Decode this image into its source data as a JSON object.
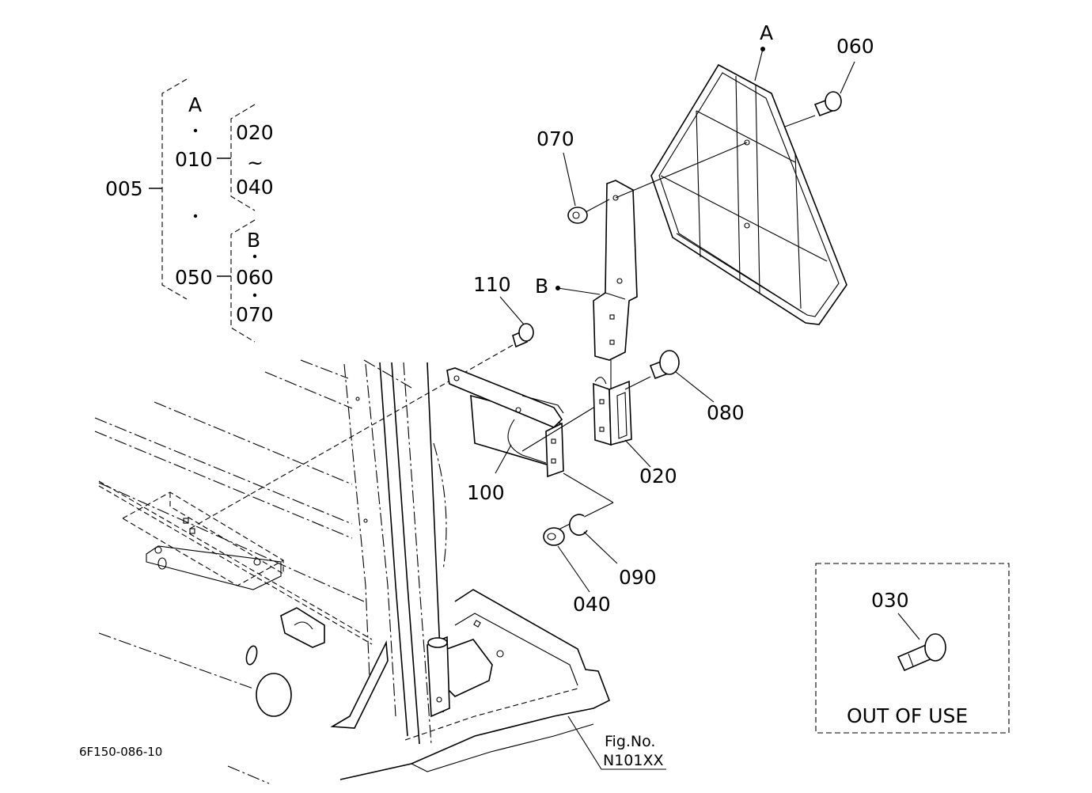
{
  "diagram": {
    "tree": {
      "root": "005",
      "group_a": "A",
      "group_b": "B",
      "p010": "010",
      "p020": "020",
      "tilde": "~",
      "p040": "040",
      "p050": "050",
      "p060": "060",
      "p070": "070"
    },
    "callouts": {
      "A": "A",
      "B": "B",
      "c060": "060",
      "c070": "070",
      "c110": "110",
      "c080": "080",
      "c020": "020",
      "c100": "100",
      "c090": "090",
      "c040": "040",
      "c030": "030"
    },
    "out_of_use": "OUT OF USE",
    "figure_code": "6F150-086-10",
    "fig_no_label": "Fig.No.",
    "fig_no_value": "N101XX"
  }
}
